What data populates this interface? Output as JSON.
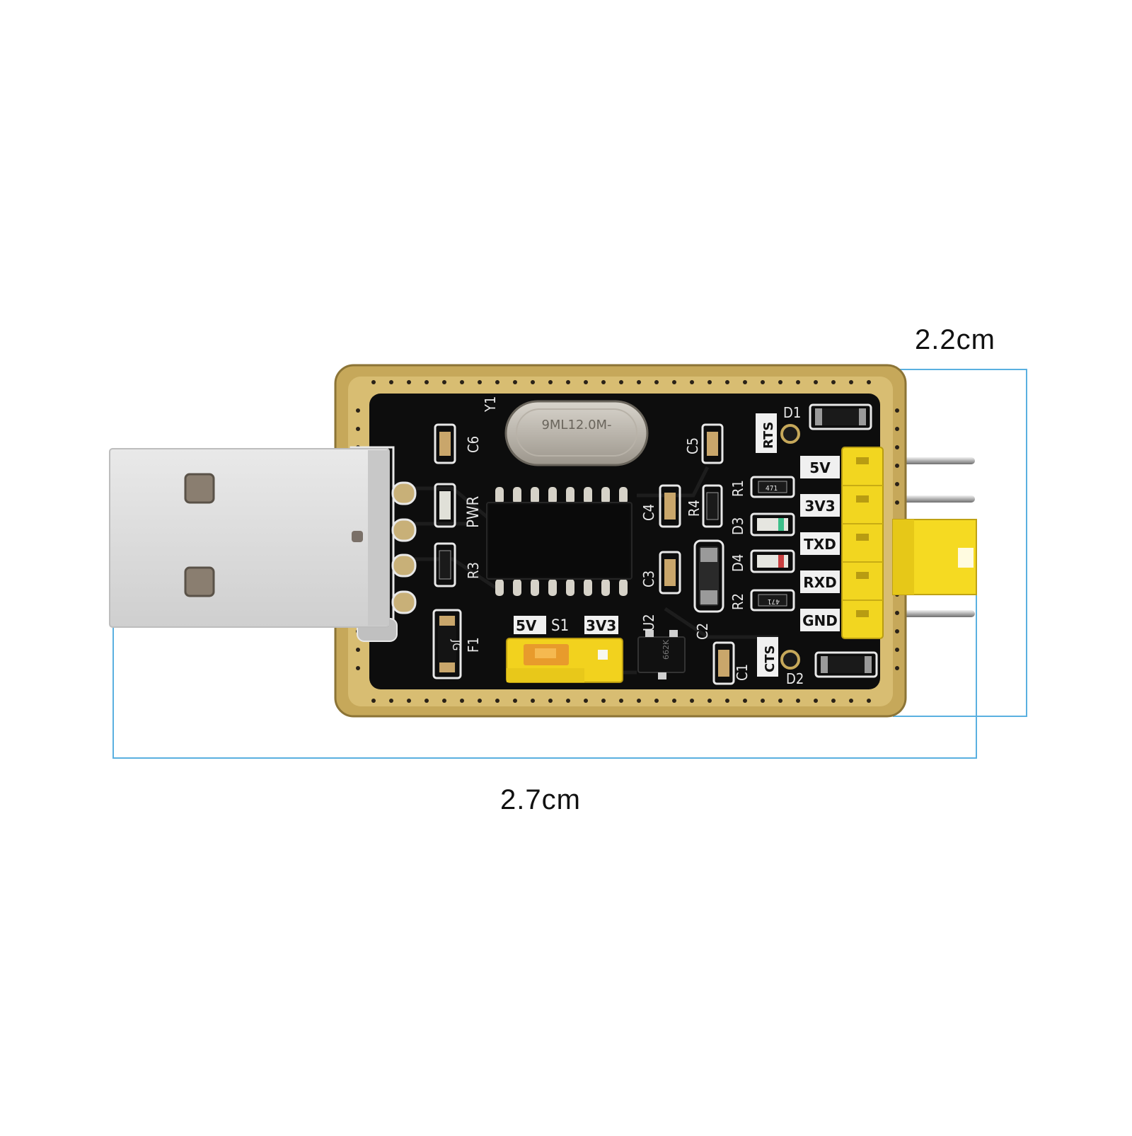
{
  "dimensions": {
    "width_label": "2.7cm",
    "height_label": "2.2cm",
    "line_color": "#5ab0e0"
  },
  "board": {
    "pcb_color": "#0d0d0d",
    "edge_color": "#c6a85a",
    "crystal_marking": "9ML12.0M-",
    "components": [
      "Y1",
      "C6",
      "C5",
      "C4",
      "C3",
      "C2",
      "C1",
      "R1",
      "R2",
      "R3",
      "R4",
      "D1",
      "D2",
      "D3",
      "D4",
      "PWR",
      "F1",
      "U2"
    ],
    "jumper_labels": [
      "5V",
      "S1",
      "3V3"
    ],
    "signal_labels": [
      "RTS",
      "CTS"
    ],
    "pin_labels": [
      "5V",
      "3V3",
      "TXD",
      "RXD",
      "GND"
    ],
    "resistor_code": "471",
    "fuse_code": "JG",
    "regulator_code": "662K"
  }
}
